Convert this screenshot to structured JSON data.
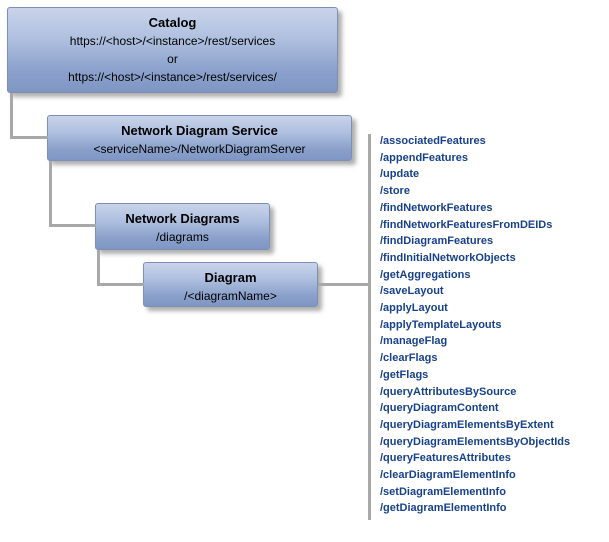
{
  "boxes": {
    "catalog": {
      "title": "Catalog",
      "line1": "https://<host>/<instance>/rest/services",
      "line2": "or",
      "line3": "https://<host>/<instance>/rest/services/"
    },
    "service": {
      "title": "Network Diagram Service",
      "line1": "<serviceName>/NetworkDiagramServer"
    },
    "diagrams": {
      "title": "Network Diagrams",
      "line1": "/diagrams"
    },
    "diagram": {
      "title": "Diagram",
      "line1": "/<diagramName>"
    }
  },
  "operations": [
    "/associatedFeatures",
    "/appendFeatures",
    "/update",
    "/store",
    "/findNetworkFeatures",
    "/findNetworkFeaturesFromDEIDs",
    "/findDiagramFeatures",
    "/findInitialNetworkObjects",
    "/getAggregations",
    "/saveLayout",
    "/applyLayout",
    "/applyTemplateLayouts",
    "/manageFlag",
    "/clearFlags",
    "/getFlags",
    "/queryAttributesBySource",
    "/queryDiagramContent",
    "/queryDiagramElementsByExtent",
    "/queryDiagramElementsByObjectIds",
    "/queryFeaturesAttributes",
    "/clearDiagramElementInfo",
    "/setDiagramElementInfo",
    "/getDiagramElementInfo"
  ],
  "colors": {
    "box_gradient_top": "#c9d4ea",
    "box_gradient_bottom": "#7f96c4",
    "box_border": "#7e8fb4",
    "connector": "#a8a8a8",
    "operation_link": "#17418a",
    "background": "#ffffff"
  }
}
